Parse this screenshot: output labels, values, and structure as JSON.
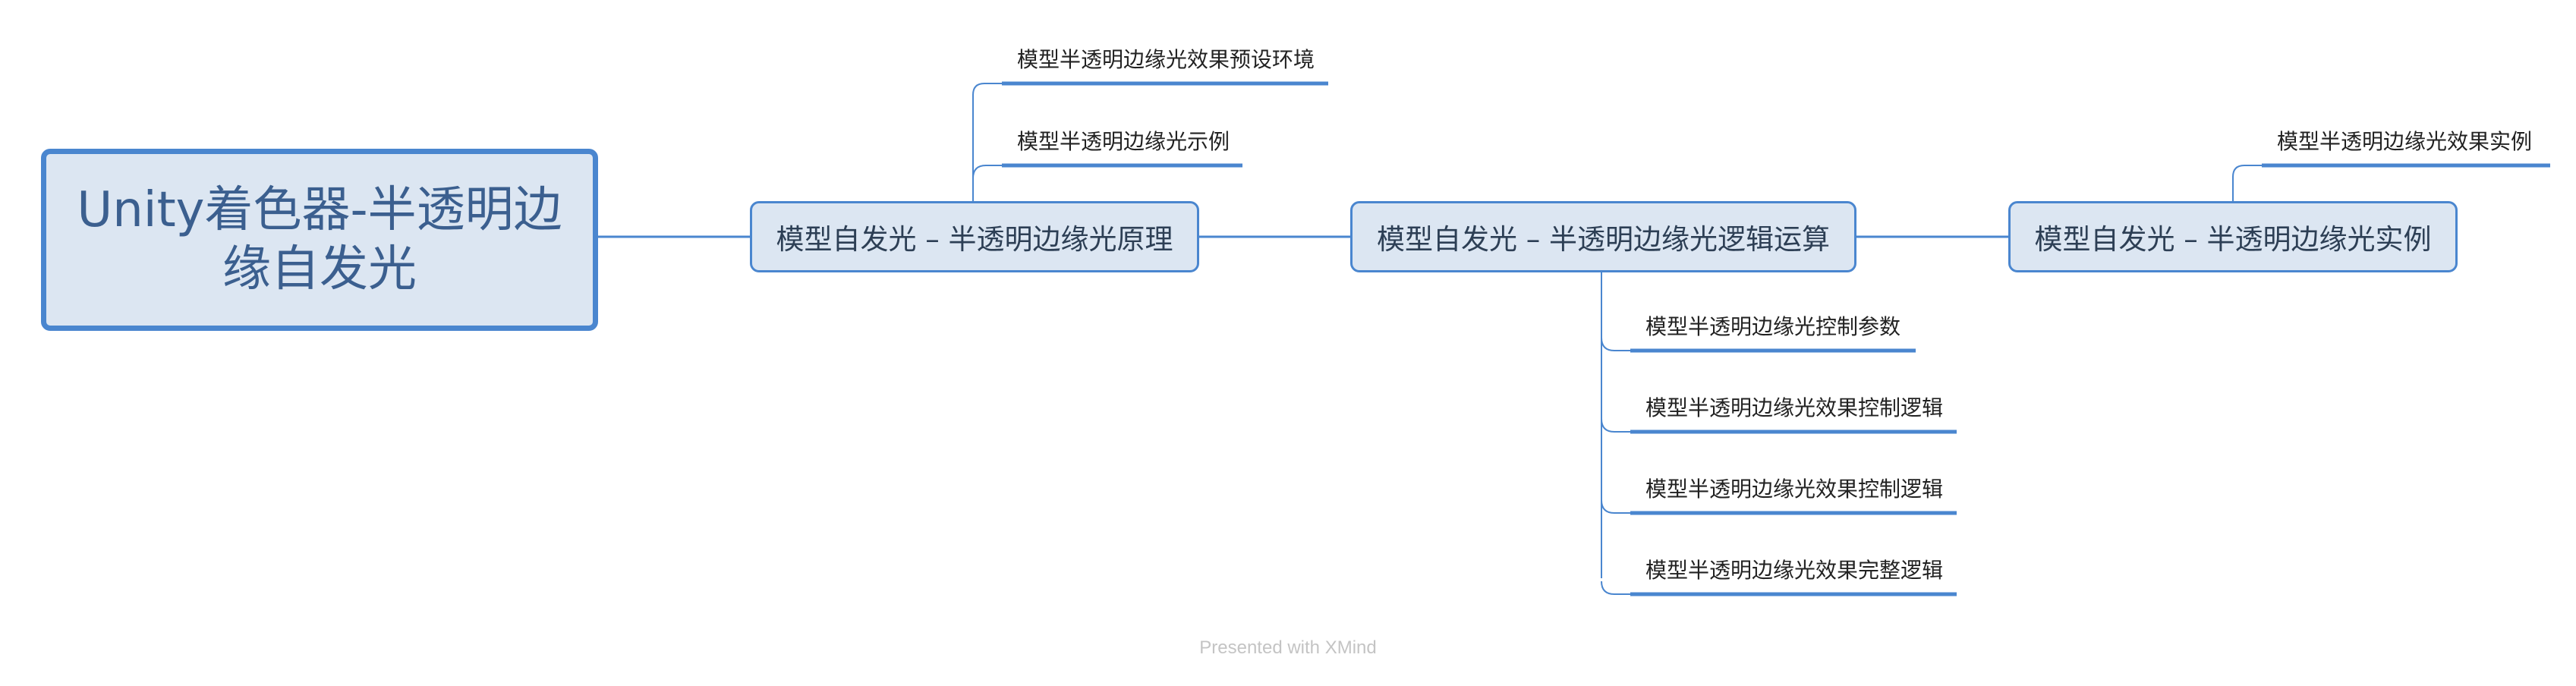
{
  "root": {
    "line1": "Unity着色器-半透明边",
    "line2": "缘自发光"
  },
  "topics": [
    {
      "label": "模型自发光 – 半透明边缘光原理"
    },
    {
      "label": "模型自发光 – 半透明边缘光逻辑运算"
    },
    {
      "label": "模型自发光 – 半透明边缘光实例"
    }
  ],
  "subtopics": {
    "principle": [
      "模型半透明边缘光效果预设环境",
      "模型半透明边缘光示例"
    ],
    "logic": [
      "模型半透明边缘光控制参数",
      "模型半透明边缘光效果控制逻辑",
      "模型半透明边缘光效果控制逻辑",
      "模型半透明边缘光效果完整逻辑"
    ],
    "example": [
      "模型半透明边缘光效果实例"
    ]
  },
  "footer": "Presented with XMind",
  "colors": {
    "branch_line": "#4a86cf",
    "node_fill": "#dce6f2",
    "root_border": "#4a86cf"
  }
}
